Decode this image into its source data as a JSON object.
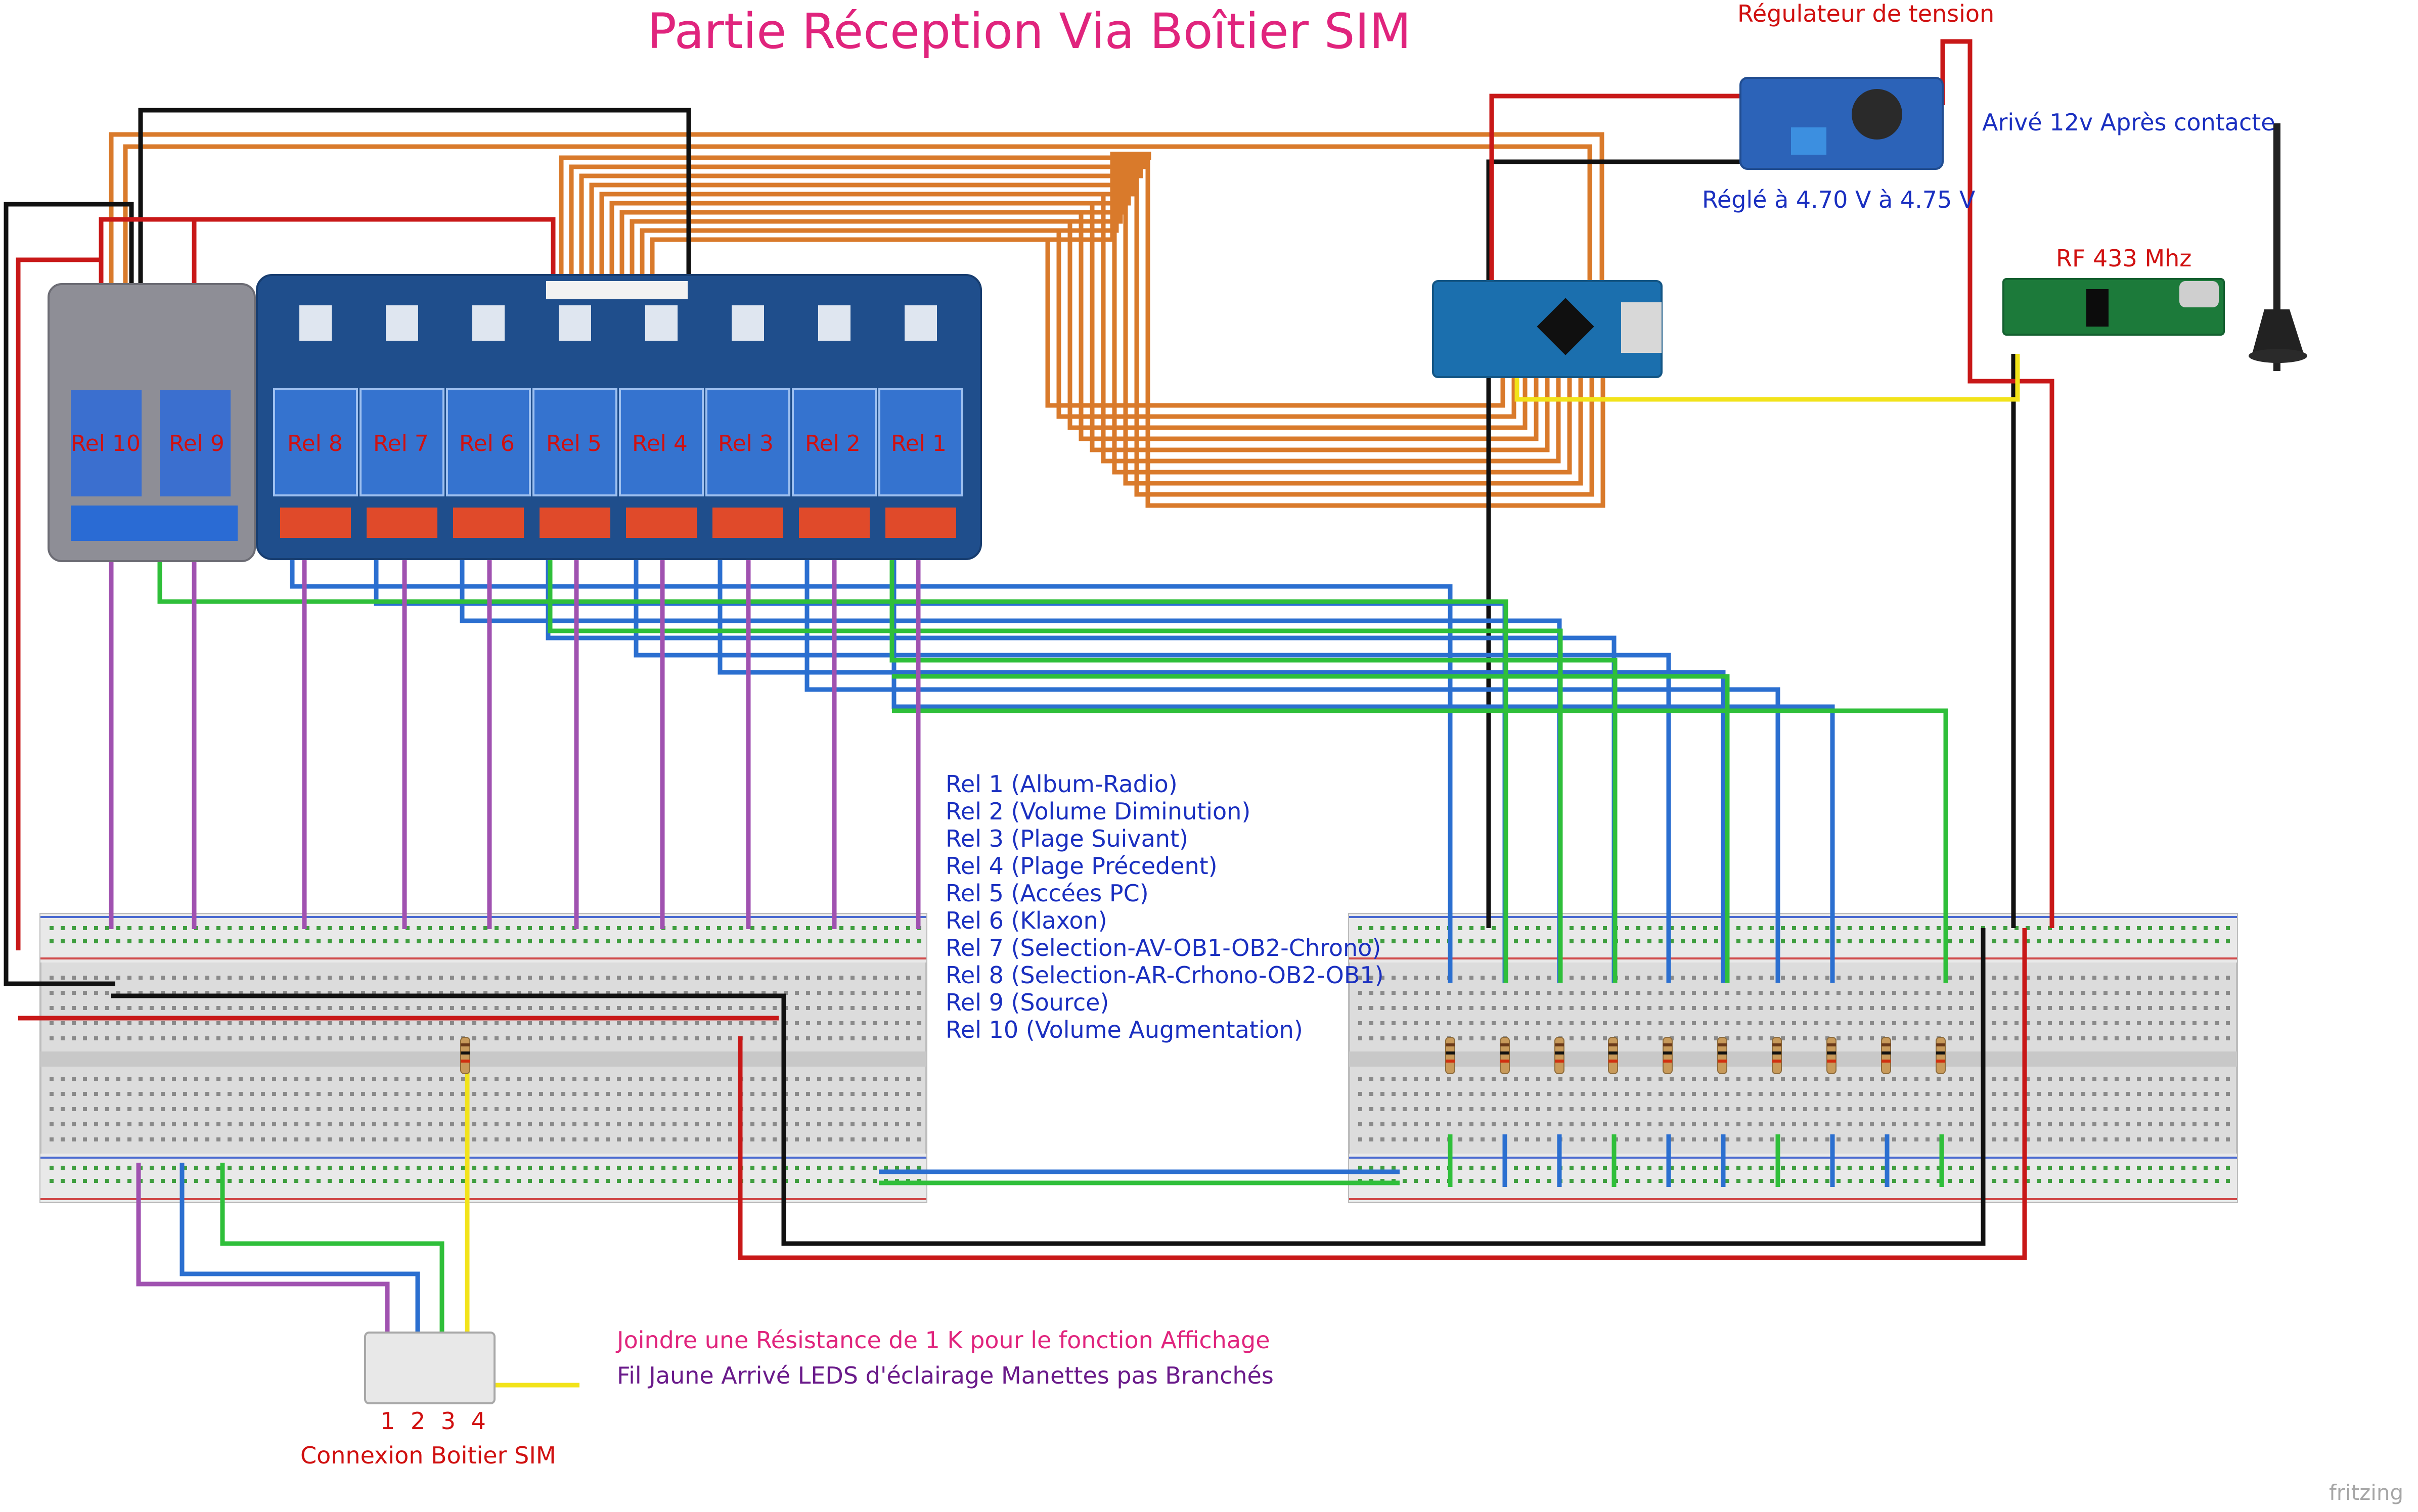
{
  "title": "Partie Réception Via Boîtier SIM",
  "regulator_label": "Régulateur de tension",
  "power_in_label": "Arivé 12v Après contacte",
  "regulated_label": "Réglé à 4.70 V à 4.75 V",
  "rf_label": "RF 433 Mhz",
  "relay_labels": [
    "Rel 10",
    "Rel 9",
    "Rel 8",
    "Rel 7",
    "Rel 6",
    "Rel 5",
    "Rel 4",
    "Rel 3",
    "Rel 2",
    "Rel 1"
  ],
  "relay_legend": [
    "Rel 1 (Album-Radio)",
    "Rel 2 (Volume Diminution)",
    "Rel 3 (Plage Suivant)",
    "Rel 4 (Plage Précedent)",
    "Rel 5 (Accées PC)",
    "Rel 6 (Klaxon)",
    "Rel 7 (Selection-AV-OB1-OB2-Chrono)",
    "Rel 8 (Selection-AR-Crhono-OB2-OB1)",
    "Rel 9 (Source)",
    "Rel 10 (Volume Augmentation)"
  ],
  "resistor_note": "Joindre une Résistance de 1 K pour le fonction Affichage",
  "yellow_wire_note": "Fil Jaune Arrivé LEDS d'éclairage Manettes pas Branchés",
  "sim_pins": "1 2 3 4",
  "sim_label": "Connexion Boitier SIM",
  "watermark": "fritzing",
  "wire_colors": {
    "orange": "#d97a2b",
    "purple": "#a052b0",
    "blue": "#2b6fd0",
    "green": "#2fbf3a",
    "red": "#c81818",
    "black": "#111111",
    "yellow": "#f2e31a"
  }
}
